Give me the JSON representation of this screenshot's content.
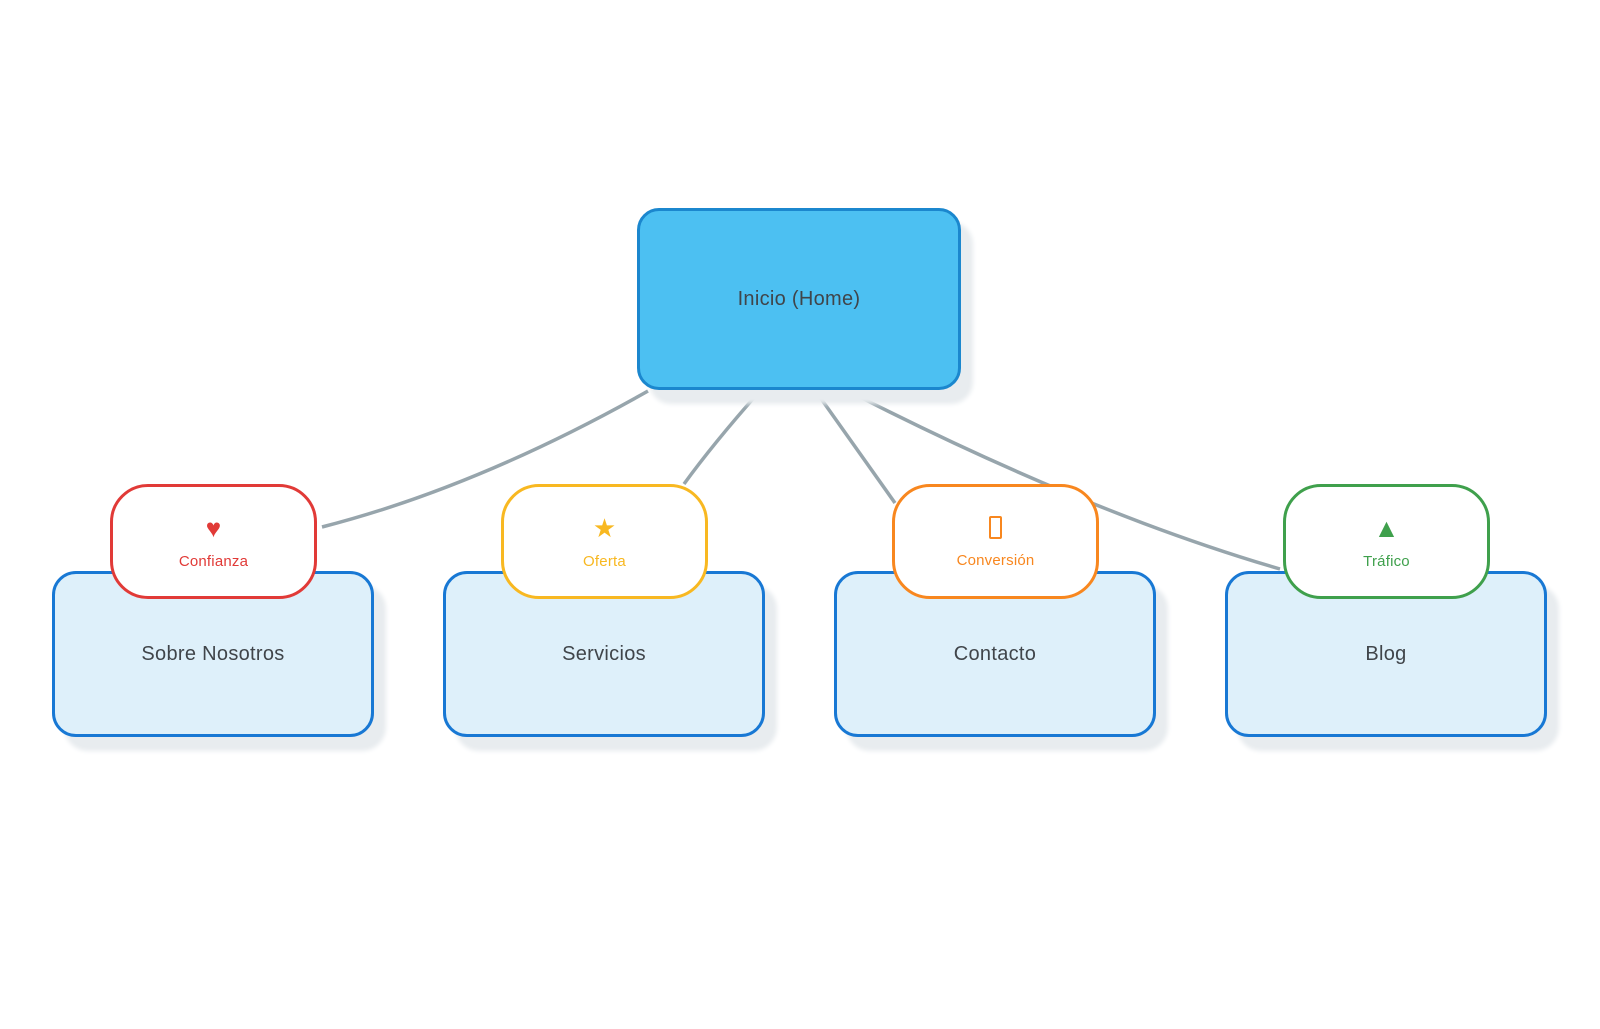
{
  "diagram": {
    "root": {
      "label": "Inicio (Home)"
    },
    "columns": [
      {
        "page": "Sobre Nosotros",
        "badge": "Confianza",
        "badge_icon": "heart",
        "glyph": "♥",
        "color": "#e13a37"
      },
      {
        "page": "Servicios",
        "badge": "Oferta",
        "badge_icon": "star",
        "glyph": "★",
        "color": "#f8b821"
      },
      {
        "page": "Contacto",
        "badge": "Conversión",
        "badge_icon": "missing-glyph",
        "glyph": "",
        "color": "#f8871f"
      },
      {
        "page": "Blog",
        "badge": "Tráfico",
        "badge_icon": "triangle-up",
        "glyph": "▲",
        "color": "#3fa04c"
      }
    ],
    "colors": {
      "root_fill": "#4cc0f2",
      "root_border": "#1b87ce",
      "page_fill": "#def0fa",
      "page_border": "#1878d4",
      "connector": "#97a5ac",
      "label_text": "#40454a",
      "shadow": "#e8ecef"
    }
  }
}
